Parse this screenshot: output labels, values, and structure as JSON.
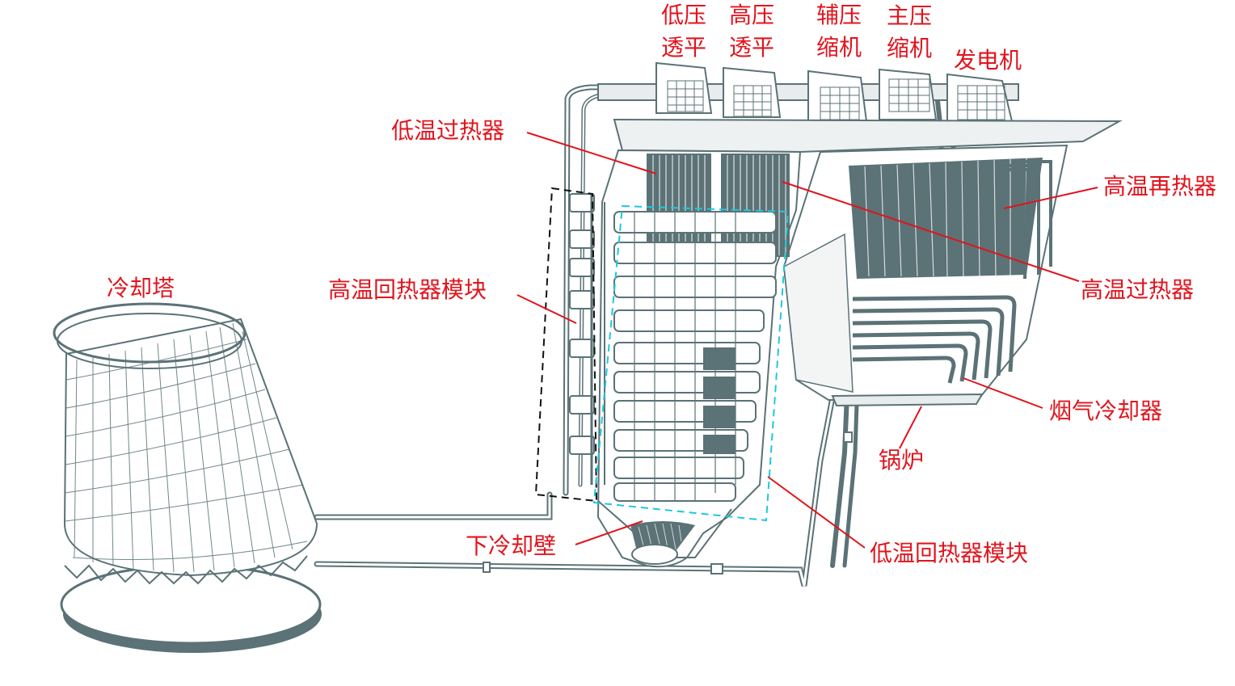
{
  "colors": {
    "label": "#e0141e",
    "leader": "#e0141e",
    "equipment": "#5b7276",
    "equipment_light": "#e8ecec",
    "low_temp_box": "#1ec8dc",
    "high_temp_box": "#111111"
  },
  "labels": {
    "cooling_tower": "冷却塔",
    "lp_turbine_line1": "低压",
    "lp_turbine_line2": "透平",
    "hp_turbine_line1": "高压",
    "hp_turbine_line2": "透平",
    "aux_compressor_line1": "辅压",
    "aux_compressor_line2": "缩机",
    "main_compressor_line1": "主压",
    "main_compressor_line2": "缩机",
    "generator": "发电机",
    "low_temp_superheater": "低温过热器",
    "high_temp_reheater": "高温再热器",
    "high_temp_recuperator_module": "高温回热器模块",
    "high_temp_superheater": "高温过热器",
    "flue_gas_cooler": "烟气冷却器",
    "boiler": "锅炉",
    "lower_water_wall": "下冷却壁",
    "low_temp_recuperator_module": "低温回热器模块"
  }
}
